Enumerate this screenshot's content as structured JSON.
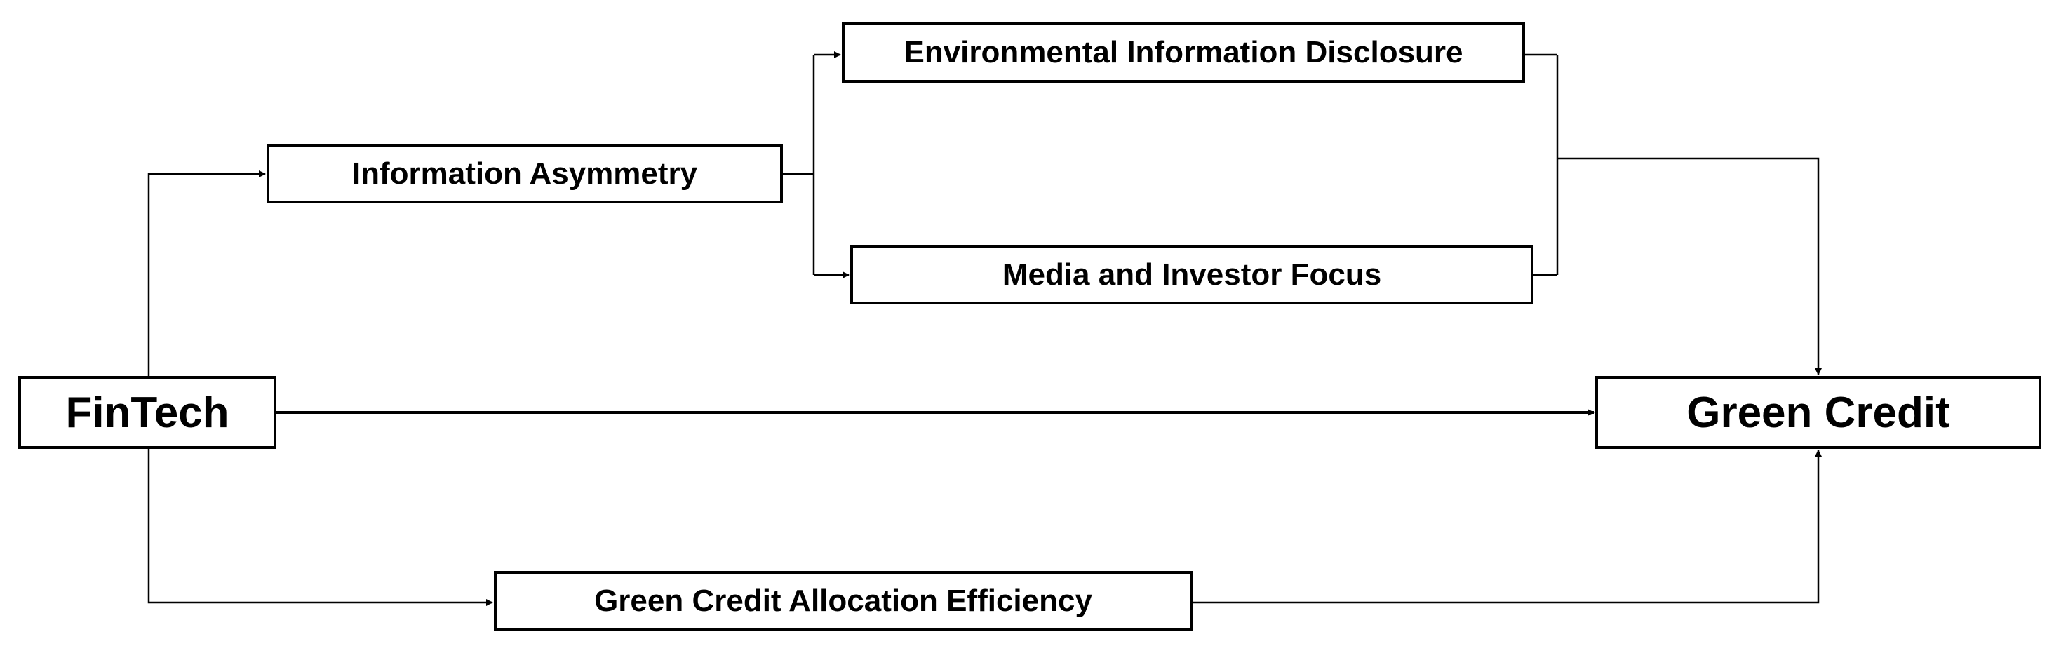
{
  "nodes": {
    "fintech": "FinTech",
    "green_credit": "Green Credit",
    "information_asymmetry": "Information Asymmetry",
    "environmental_information_disclosure": "Environmental Information Disclosure",
    "media_and_investor_focus": "Media and Investor Focus",
    "green_credit_allocation_efficiency": "Green Credit Allocation Efficiency"
  },
  "edges": [
    {
      "from": "fintech",
      "to": "green_credit"
    },
    {
      "from": "fintech",
      "to": "information_asymmetry"
    },
    {
      "from": "information_asymmetry",
      "to": "environmental_information_disclosure"
    },
    {
      "from": "information_asymmetry",
      "to": "media_and_investor_focus"
    },
    {
      "from": "environmental_information_disclosure",
      "to": "green_credit"
    },
    {
      "from": "media_and_investor_focus",
      "to": "green_credit"
    },
    {
      "from": "fintech",
      "to": "green_credit_allocation_efficiency"
    },
    {
      "from": "green_credit_allocation_efficiency",
      "to": "green_credit"
    }
  ]
}
